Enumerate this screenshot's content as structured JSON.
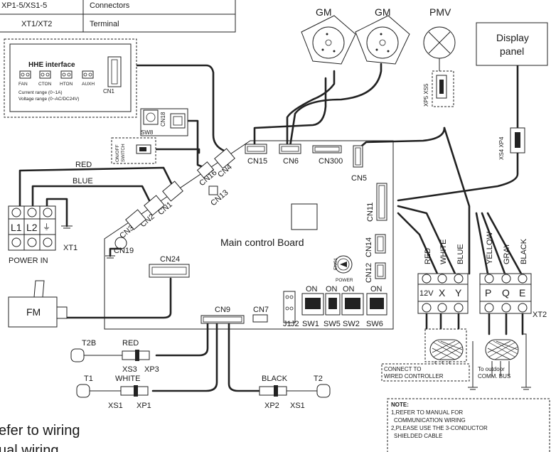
{
  "legend_table": {
    "rows": [
      {
        "code": "XP1-5/XS1-5",
        "desc": "Connectors"
      },
      {
        "code": "XT1/XT2",
        "desc": "Terminal"
      }
    ]
  },
  "components": {
    "gm": "GM",
    "pmv": "PMV",
    "display_line1": "Display",
    "display_line2": "panel",
    "xs4_xp4": "XS4  XP4",
    "xp5_xs5": "XP5  XS5",
    "fm": "FM",
    "sw8": "SW8",
    "onoff_line1": "ON/OFF",
    "onoff_line2": "SWITCH"
  },
  "hhe": {
    "title": "HHE interface",
    "ports": [
      "FAN",
      "CTON",
      "HTON",
      "AUXH"
    ],
    "cn1": "CN1",
    "current_range": "Current range (0~1A)",
    "voltage_range": "Voltage range (0~AC/DC24V)"
  },
  "board": {
    "title": "Main control Board",
    "connectors": {
      "cn1": "CN1",
      "cn2": "CN2",
      "cn3": "CN3",
      "cn4": "CN4",
      "cn5": "CN5",
      "cn6": "CN6",
      "cn7": "CN7",
      "cn9": "CN9",
      "cn11": "CN11",
      "cn12": "CN12",
      "cn13": "CN13",
      "cn14": "CN14",
      "cn15": "CN15",
      "cn16": "CN16",
      "cn18": "CN18",
      "cn19": "CN19",
      "cn24": "CN24",
      "cn300": "CN300"
    },
    "enc1": "ENC1",
    "power": "POWER",
    "on": "ON",
    "switches": [
      "J1",
      "J2",
      "SW1",
      "SW5",
      "SW2",
      "SW6"
    ]
  },
  "power_terminal": {
    "l1": "L1",
    "l2": "L2",
    "power_in": "POWER  IN",
    "xt1": "XT1",
    "red": "RED",
    "blue": "BLUE"
  },
  "xt2": {
    "top_colors": [
      "RED",
      "WHITE",
      "BLUE",
      "YELLOW",
      "GRAY",
      "BLACK"
    ],
    "terminals": [
      "12V",
      "X",
      "Y",
      "P",
      "Q",
      "E"
    ],
    "label": "XT2",
    "connect_line1": "CONNECT TO",
    "connect_line2": "WIRED CONTROLLER",
    "outdoor_line1": "To outdoor",
    "outdoor_line2": "COMM. BUS"
  },
  "sensors": {
    "t2b": "T2B",
    "red": "RED",
    "xs3": "XS3",
    "xp3": "XP3",
    "t1": "T1",
    "white": "WHITE",
    "xs1": "XS1",
    "xp1": "XP1",
    "black": "BLACK",
    "t2": "T2",
    "xp2": "XP2",
    "xs1b": "XS1"
  },
  "note": {
    "title": "NOTE:",
    "line1": "1,REFER TO MANUAL FOR",
    "line2": "COMMUNICATION WIRING",
    "line3": "2,PLEASE USE THE 3-CONDUCTOR",
    "line4": "SHIELDED CABLE"
  },
  "cut_text": {
    "line1": "efer to wiring",
    "line2": "ual wiring"
  }
}
